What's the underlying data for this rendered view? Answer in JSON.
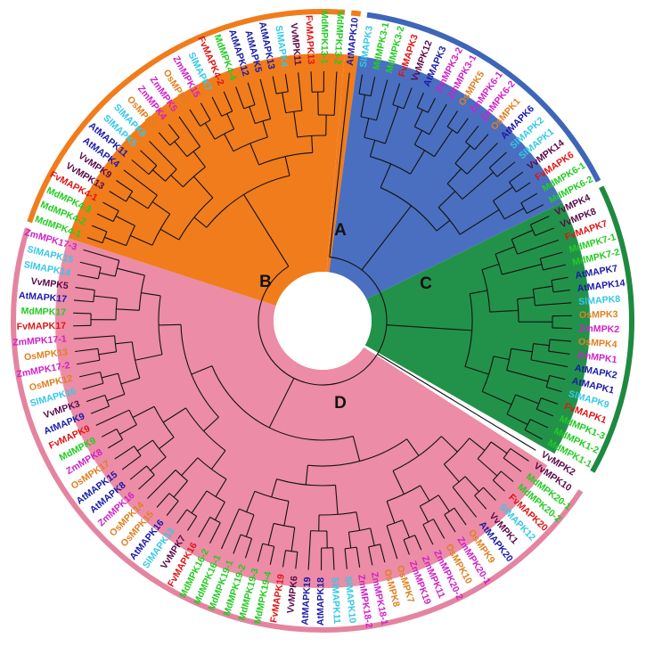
{
  "colors": {
    "species": {
      "At": "#1a1aa8",
      "Sl": "#33c8e8",
      "Md": "#22cc22",
      "Fv": "#e01515",
      "Vv": "#5a0a4a",
      "Os": "#e08020",
      "Zm": "#d020c8"
    },
    "clades": {
      "A": {
        "fill": "#4a6fc0",
        "ring": "#3e66b8"
      },
      "B": {
        "fill": "#f07c1c",
        "ring": "#f07c1c"
      },
      "C": {
        "fill": "#22924a",
        "ring": "#1e8a40"
      },
      "D": {
        "fill": "#ec8ca6",
        "ring": "#e484a0"
      }
    }
  },
  "clade_labels": [
    "A",
    "B",
    "C",
    "D"
  ],
  "leaves": [
    {
      "name": "AtMAPK10",
      "sp": "At",
      "clade": "B"
    },
    {
      "name": "SlMAPK3",
      "sp": "Sl",
      "clade": "A"
    },
    {
      "name": "MdMPK3-1",
      "sp": "Md",
      "clade": "A"
    },
    {
      "name": "MdMPK3-2",
      "sp": "Md",
      "clade": "A"
    },
    {
      "name": "FvMAPK3",
      "sp": "Fv",
      "clade": "A"
    },
    {
      "name": "VvMPK12",
      "sp": "Vv",
      "clade": "A"
    },
    {
      "name": "AtMAPK3",
      "sp": "At",
      "clade": "A"
    },
    {
      "name": "ZmMPK3-2",
      "sp": "Zm",
      "clade": "A"
    },
    {
      "name": "ZmMPK3-1",
      "sp": "Zm",
      "clade": "A"
    },
    {
      "name": "OsMPK5",
      "sp": "Os",
      "clade": "A"
    },
    {
      "name": "ZmMPK6-1",
      "sp": "Zm",
      "clade": "A"
    },
    {
      "name": "ZmMPK6-2",
      "sp": "Zm",
      "clade": "A"
    },
    {
      "name": "OsMPK1",
      "sp": "Os",
      "clade": "A"
    },
    {
      "name": "AtMAPK6",
      "sp": "At",
      "clade": "A"
    },
    {
      "name": "SlMAPK2",
      "sp": "Sl",
      "clade": "A"
    },
    {
      "name": "SlMAPK1",
      "sp": "Sl",
      "clade": "A"
    },
    {
      "name": "VvMPK14",
      "sp": "Vv",
      "clade": "A"
    },
    {
      "name": "FvMAPK6",
      "sp": "Fv",
      "clade": "A"
    },
    {
      "name": "MdMPK6-1",
      "sp": "Md",
      "clade": "A"
    },
    {
      "name": "MdMPK6-2",
      "sp": "Md",
      "clade": "A"
    },
    {
      "name": "VvMPK4",
      "sp": "Vv",
      "clade": "C"
    },
    {
      "name": "VvMPK8",
      "sp": "Vv",
      "clade": "C"
    },
    {
      "name": "FvMAPK7",
      "sp": "Fv",
      "clade": "C"
    },
    {
      "name": "MdMPK7-1",
      "sp": "Md",
      "clade": "C"
    },
    {
      "name": "MdMPK7-2",
      "sp": "Md",
      "clade": "C"
    },
    {
      "name": "AtMAPK7",
      "sp": "At",
      "clade": "C"
    },
    {
      "name": "AtMAPK14",
      "sp": "At",
      "clade": "C"
    },
    {
      "name": "SlMAPK8",
      "sp": "Sl",
      "clade": "C"
    },
    {
      "name": "OsMPK3",
      "sp": "Os",
      "clade": "C"
    },
    {
      "name": "ZmMPK2",
      "sp": "Zm",
      "clade": "C"
    },
    {
      "name": "OsMPK4",
      "sp": "Os",
      "clade": "C"
    },
    {
      "name": "ZmMPK1",
      "sp": "Zm",
      "clade": "C"
    },
    {
      "name": "AtMAPK2",
      "sp": "At",
      "clade": "C"
    },
    {
      "name": "AtMAPK1",
      "sp": "At",
      "clade": "C"
    },
    {
      "name": "SlMAPK9",
      "sp": "Sl",
      "clade": "C"
    },
    {
      "name": "FvMAPK1",
      "sp": "Fv",
      "clade": "C"
    },
    {
      "name": "MdMPK1-3",
      "sp": "Md",
      "clade": "C"
    },
    {
      "name": "MdMPK1-2",
      "sp": "Md",
      "clade": "C"
    },
    {
      "name": "MdMPK1-1",
      "sp": "Md",
      "clade": "C"
    },
    {
      "name": "VvMPK2",
      "sp": "Vv",
      "clade": "none"
    },
    {
      "name": "VvMPK10",
      "sp": "Vv",
      "clade": "D"
    },
    {
      "name": "MdMPK20-1",
      "sp": "Md",
      "clade": "D"
    },
    {
      "name": "MdMPK20-2",
      "sp": "Md",
      "clade": "D"
    },
    {
      "name": "FvMAPK20",
      "sp": "Fv",
      "clade": "D"
    },
    {
      "name": "SlMAPK12",
      "sp": "Sl",
      "clade": "D"
    },
    {
      "name": "VvMPK1",
      "sp": "Vv",
      "clade": "D"
    },
    {
      "name": "AtMAPK20",
      "sp": "At",
      "clade": "D"
    },
    {
      "name": "OsMPK9",
      "sp": "Os",
      "clade": "D"
    },
    {
      "name": "ZmMPK20-1",
      "sp": "Zm",
      "clade": "D"
    },
    {
      "name": "OsMPK10",
      "sp": "Os",
      "clade": "D"
    },
    {
      "name": "ZmMPK20-2",
      "sp": "Zm",
      "clade": "D"
    },
    {
      "name": "ZmMPK11",
      "sp": "Zm",
      "clade": "D"
    },
    {
      "name": "ZmMPK19",
      "sp": "Zm",
      "clade": "D"
    },
    {
      "name": "OsMPK7",
      "sp": "Os",
      "clade": "D"
    },
    {
      "name": "OsMPK8",
      "sp": "Os",
      "clade": "D"
    },
    {
      "name": "ZmMPK18-1",
      "sp": "Zm",
      "clade": "D"
    },
    {
      "name": "ZmMPK18-2",
      "sp": "Zm",
      "clade": "D"
    },
    {
      "name": "SlMAPK10",
      "sp": "Sl",
      "clade": "D"
    },
    {
      "name": "SlMAPK11",
      "sp": "Sl",
      "clade": "D"
    },
    {
      "name": "AtMAPK18",
      "sp": "At",
      "clade": "D"
    },
    {
      "name": "AtMAPK19",
      "sp": "At",
      "clade": "D"
    },
    {
      "name": "VvMPK6",
      "sp": "Vv",
      "clade": "D"
    },
    {
      "name": "FvMAPK19",
      "sp": "Fv",
      "clade": "D"
    },
    {
      "name": "MdMPK19-4",
      "sp": "Md",
      "clade": "D"
    },
    {
      "name": "MdMPK19-3",
      "sp": "Md",
      "clade": "D"
    },
    {
      "name": "MdMPK19-2",
      "sp": "Md",
      "clade": "D"
    },
    {
      "name": "MdMPK19-1",
      "sp": "Md",
      "clade": "D"
    },
    {
      "name": "MdMPK16-1",
      "sp": "Md",
      "clade": "D"
    },
    {
      "name": "MdMPK16-2",
      "sp": "Md",
      "clade": "D"
    },
    {
      "name": "FvMAPK16",
      "sp": "Fv",
      "clade": "D"
    },
    {
      "name": "VvMPK7",
      "sp": "Vv",
      "clade": "D"
    },
    {
      "name": "SlMAPK13",
      "sp": "Sl",
      "clade": "D"
    },
    {
      "name": "AtMAPK16",
      "sp": "At",
      "clade": "D"
    },
    {
      "name": "OsMPK15",
      "sp": "Os",
      "clade": "D"
    },
    {
      "name": "OsMPK14",
      "sp": "Os",
      "clade": "D"
    },
    {
      "name": "ZmMPK16",
      "sp": "Zm",
      "clade": "D"
    },
    {
      "name": "AtMAPK8",
      "sp": "At",
      "clade": "D"
    },
    {
      "name": "AtMAPK15",
      "sp": "At",
      "clade": "D"
    },
    {
      "name": "OsMPK17",
      "sp": "Os",
      "clade": "D"
    },
    {
      "name": "ZmMPK8",
      "sp": "Zm",
      "clade": "D"
    },
    {
      "name": "MdMPK9",
      "sp": "Md",
      "clade": "D"
    },
    {
      "name": "FvMAPK9",
      "sp": "Fv",
      "clade": "D"
    },
    {
      "name": "AtMAPK9",
      "sp": "At",
      "clade": "D"
    },
    {
      "name": "VvMPK3",
      "sp": "Vv",
      "clade": "D"
    },
    {
      "name": "SlMAPK16",
      "sp": "Sl",
      "clade": "D"
    },
    {
      "name": "OsMPK12",
      "sp": "Os",
      "clade": "D"
    },
    {
      "name": "ZmMPK17-2",
      "sp": "Zm",
      "clade": "D"
    },
    {
      "name": "OsMPK13",
      "sp": "Os",
      "clade": "D"
    },
    {
      "name": "ZmMPK17-1",
      "sp": "Zm",
      "clade": "D"
    },
    {
      "name": "FvMAPK17",
      "sp": "Fv",
      "clade": "D"
    },
    {
      "name": "MdMPK17",
      "sp": "Md",
      "clade": "D"
    },
    {
      "name": "AtMAPK17",
      "sp": "At",
      "clade": "D"
    },
    {
      "name": "VvMPK5",
      "sp": "Vv",
      "clade": "D"
    },
    {
      "name": "SlMAPK14",
      "sp": "Sl",
      "clade": "D"
    },
    {
      "name": "SlMAPK15",
      "sp": "Sl",
      "clade": "D"
    },
    {
      "name": "ZmMPK17-3",
      "sp": "Zm",
      "clade": "D"
    },
    {
      "name": "MdMPK4-1",
      "sp": "Md",
      "clade": "B"
    },
    {
      "name": "MdMPK4-2",
      "sp": "Md",
      "clade": "B"
    },
    {
      "name": "MdMPK4-3",
      "sp": "Md",
      "clade": "B"
    },
    {
      "name": "FvMAPK4-1",
      "sp": "Fv",
      "clade": "B"
    },
    {
      "name": "VvMPK13",
      "sp": "Vv",
      "clade": "B"
    },
    {
      "name": "VvMPK9",
      "sp": "Vv",
      "clade": "B"
    },
    {
      "name": "AtMAPK4",
      "sp": "At",
      "clade": "B"
    },
    {
      "name": "AtMAPK11",
      "sp": "At",
      "clade": "B"
    },
    {
      "name": "SlMAPK5",
      "sp": "Sl",
      "clade": "B"
    },
    {
      "name": "SlMAPK6",
      "sp": "Sl",
      "clade": "B"
    },
    {
      "name": "OsMPK6",
      "sp": "Os",
      "clade": "B"
    },
    {
      "name": "ZmMPK4",
      "sp": "Zm",
      "clade": "B"
    },
    {
      "name": "ZmMPK5",
      "sp": "Zm",
      "clade": "B"
    },
    {
      "name": "OsMPK2",
      "sp": "Os",
      "clade": "B"
    },
    {
      "name": "ZmMPK15",
      "sp": "Zm",
      "clade": "B"
    },
    {
      "name": "SlMAPK7",
      "sp": "Sl",
      "clade": "B"
    },
    {
      "name": "FvMAPK4-2",
      "sp": "Fv",
      "clade": "B"
    },
    {
      "name": "MdMPK4-4",
      "sp": "Md",
      "clade": "B"
    },
    {
      "name": "AtMAPK12",
      "sp": "At",
      "clade": "B"
    },
    {
      "name": "AtMAPK5",
      "sp": "At",
      "clade": "B"
    },
    {
      "name": "AtMAPK13",
      "sp": "At",
      "clade": "B"
    },
    {
      "name": "SlMAPK4",
      "sp": "Sl",
      "clade": "B"
    },
    {
      "name": "VvMPK11",
      "sp": "Vv",
      "clade": "B"
    },
    {
      "name": "FvMAPK13",
      "sp": "Fv",
      "clade": "B"
    },
    {
      "name": "MdMPK13-1",
      "sp": "Md",
      "clade": "B"
    },
    {
      "name": "MdMPK13-2",
      "sp": "Md",
      "clade": "B"
    }
  ]
}
